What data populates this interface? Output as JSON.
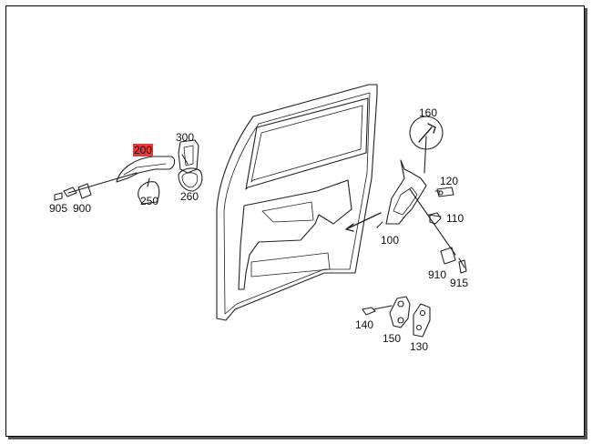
{
  "parts": {
    "p200": "200",
    "p300": "300",
    "p250": "250",
    "p260": "260",
    "p905": "905",
    "p900": "900",
    "p160": "160",
    "p120": "120",
    "p110": "110",
    "p100": "100",
    "p910": "910",
    "p915": "915",
    "p140": "140",
    "p150": "150",
    "p130": "130"
  },
  "highlight_color": "#e83a3a"
}
